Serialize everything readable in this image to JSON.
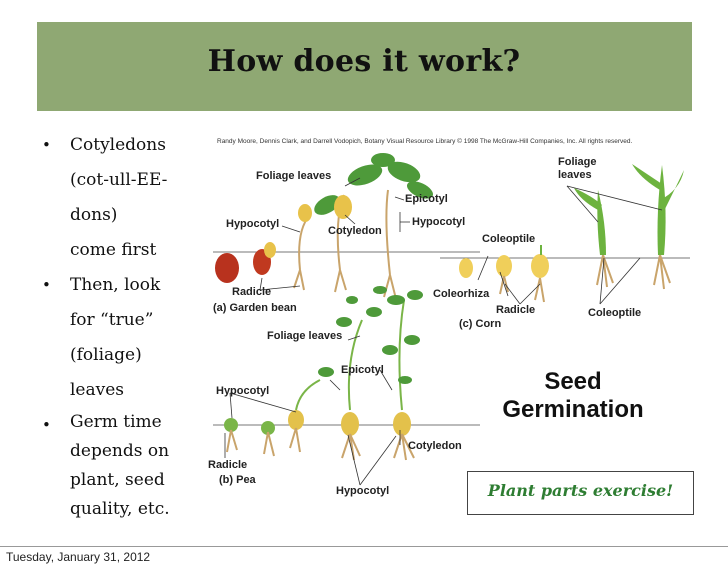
{
  "colors": {
    "title_bar": "#8fa873",
    "exercise_text": "#2e7d32"
  },
  "slide": {
    "title": "How does it work?"
  },
  "bullets": [
    {
      "lines": [
        "Cotyledons",
        "(cot-ull-EE-",
        "dons)",
        "come first"
      ]
    },
    {
      "lines": [
        "Then, look",
        "for “true”",
        "(foliage)",
        "leaves"
      ]
    },
    {
      "lines": [
        "Germ time",
        "depends on",
        "plant, seed",
        "quality, etc."
      ]
    }
  ],
  "figure": {
    "credit": "Randy Moore, Dennis Clark, and Darrell Vodopich, Botany Visual Resource Library © 1998 The McGraw-Hill Companies, Inc. All rights reserved.",
    "labels": {
      "foliage_leaves_bean": "Foliage leaves",
      "epicotyl_bean": "Epicotyl",
      "hypocotyl_bean_right": "Hypocotyl",
      "hypocotyl_bean_left": "Hypocotyl",
      "cotyledon_bean": "Cotyledon",
      "radicle_bean": "Radicle",
      "caption_bean": "(a) Garden bean",
      "foliage_leaves_corn": "Foliage",
      "foliage_leaves_corn2": "leaves",
      "coleoptile_corn_top": "Coleoptile",
      "coleorhiza": "Coleorhiza",
      "radicle_corn": "Radicle",
      "caption_corn": "(c) Corn",
      "coleoptile_corn_bottom": "Coleoptile",
      "foliage_leaves_pea": "Foliage leaves",
      "epicotyl_pea": "Epicotyl",
      "hypocotyl_pea_left": "Hypocotyl",
      "radicle_pea": "Radicle",
      "caption_pea": "(b) Pea",
      "cotyledon_pea": "Cotyledon",
      "hypocotyl_pea_bottom": "Hypocotyl"
    },
    "title_line1": "Seed",
    "title_line2": "Germination"
  },
  "exercise": {
    "label": "Plant parts exercise!"
  },
  "footer": {
    "date": "Tuesday, January 31, 2012"
  }
}
